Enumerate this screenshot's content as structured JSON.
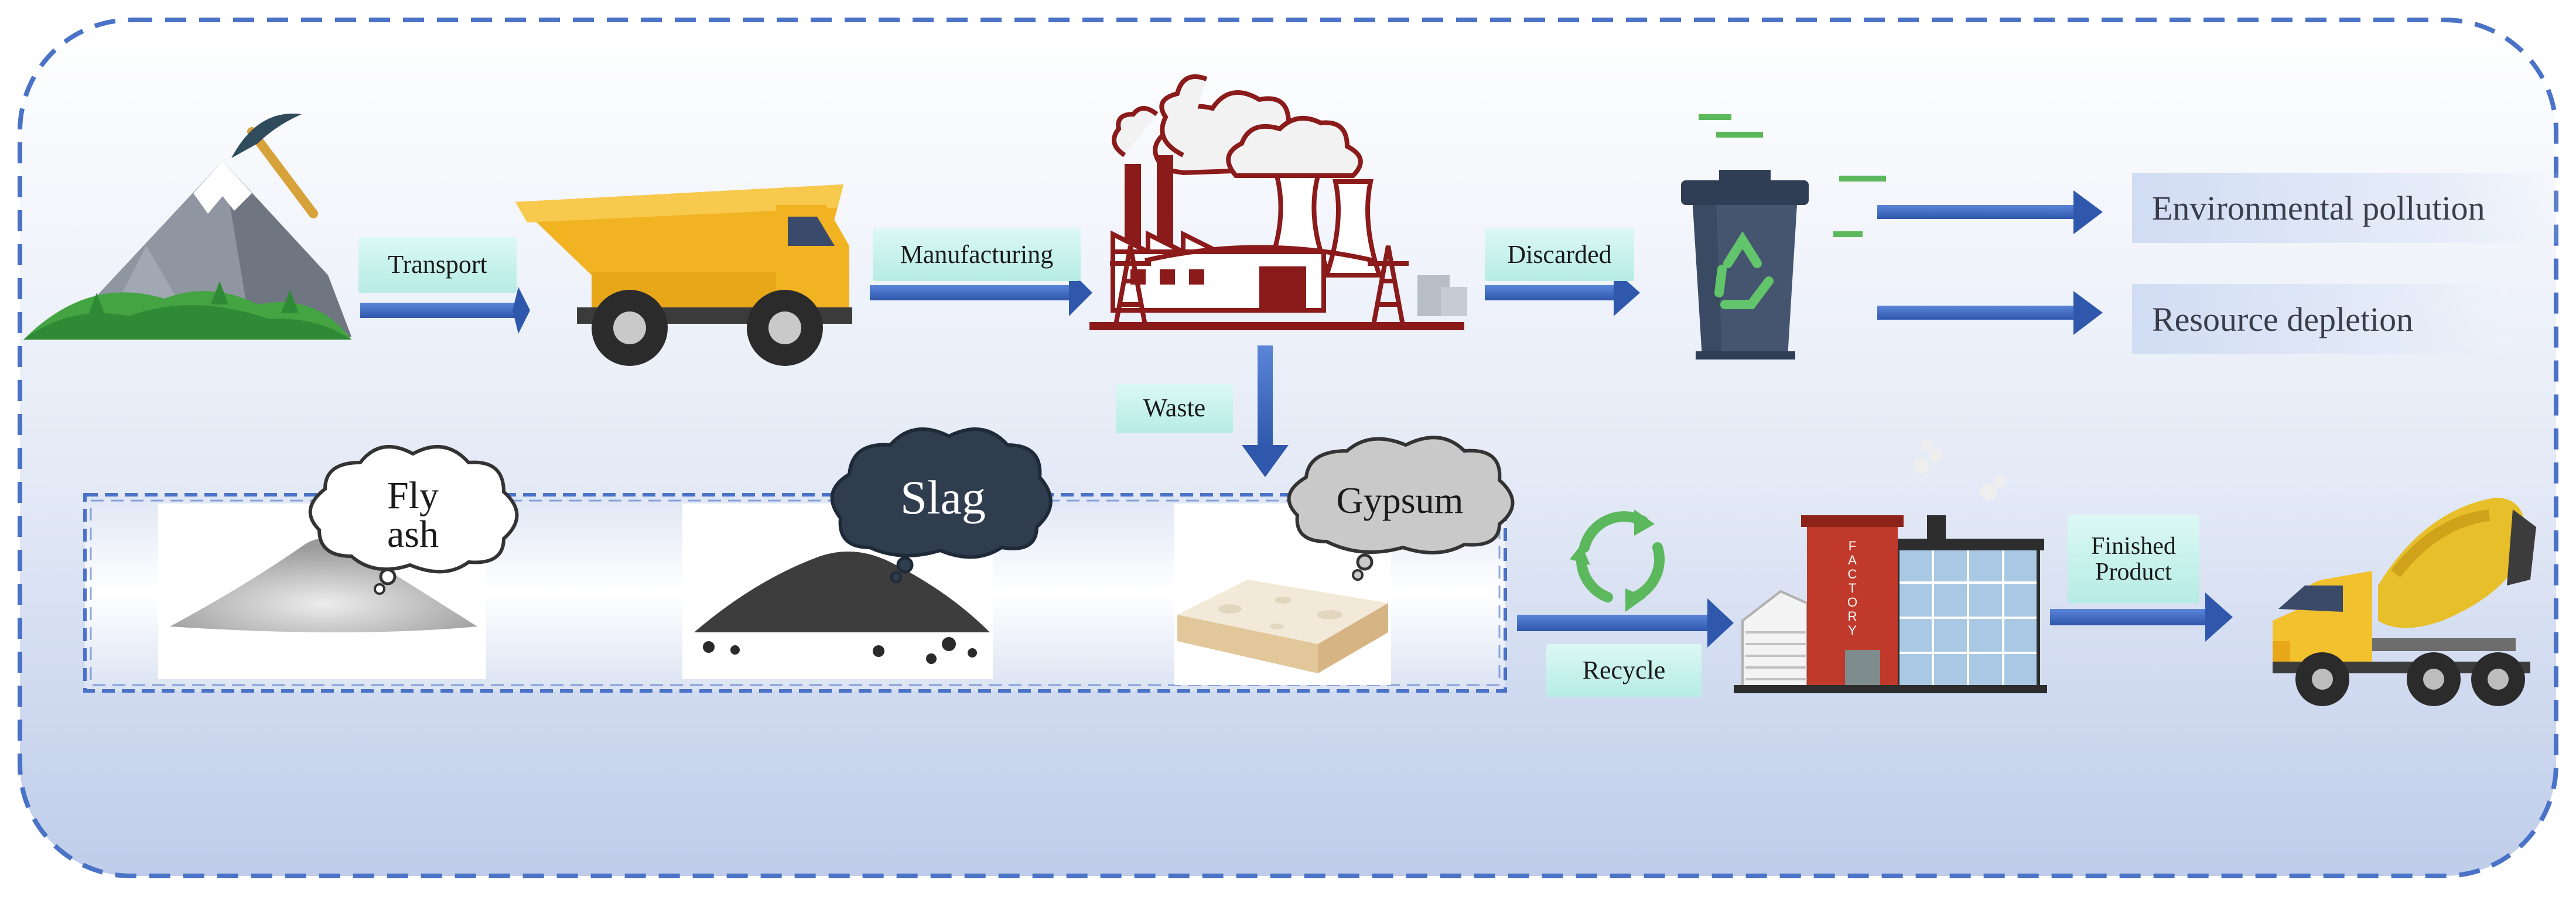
{
  "labels": {
    "transport": "Transport",
    "manufacturing": "Manufacturing",
    "discarded": "Discarded",
    "waste": "Waste",
    "recycle": "Recycle",
    "finished_product": "Finished Product"
  },
  "outcomes": {
    "pollution": "Environmental pollution",
    "depletion": "Resource depletion"
  },
  "materials": {
    "fly_ash": "Fly ash",
    "slag": "Slag",
    "gypsum": "Gypsum"
  },
  "factory_sign": [
    "F",
    "A",
    "C",
    "T",
    "O",
    "R",
    "Y"
  ],
  "colors": {
    "arrow": "#4a72c6",
    "border": "#4a72c6",
    "tag": "#c6f1eb",
    "truck": "#f2b322",
    "recycle": "#5cb85c"
  }
}
